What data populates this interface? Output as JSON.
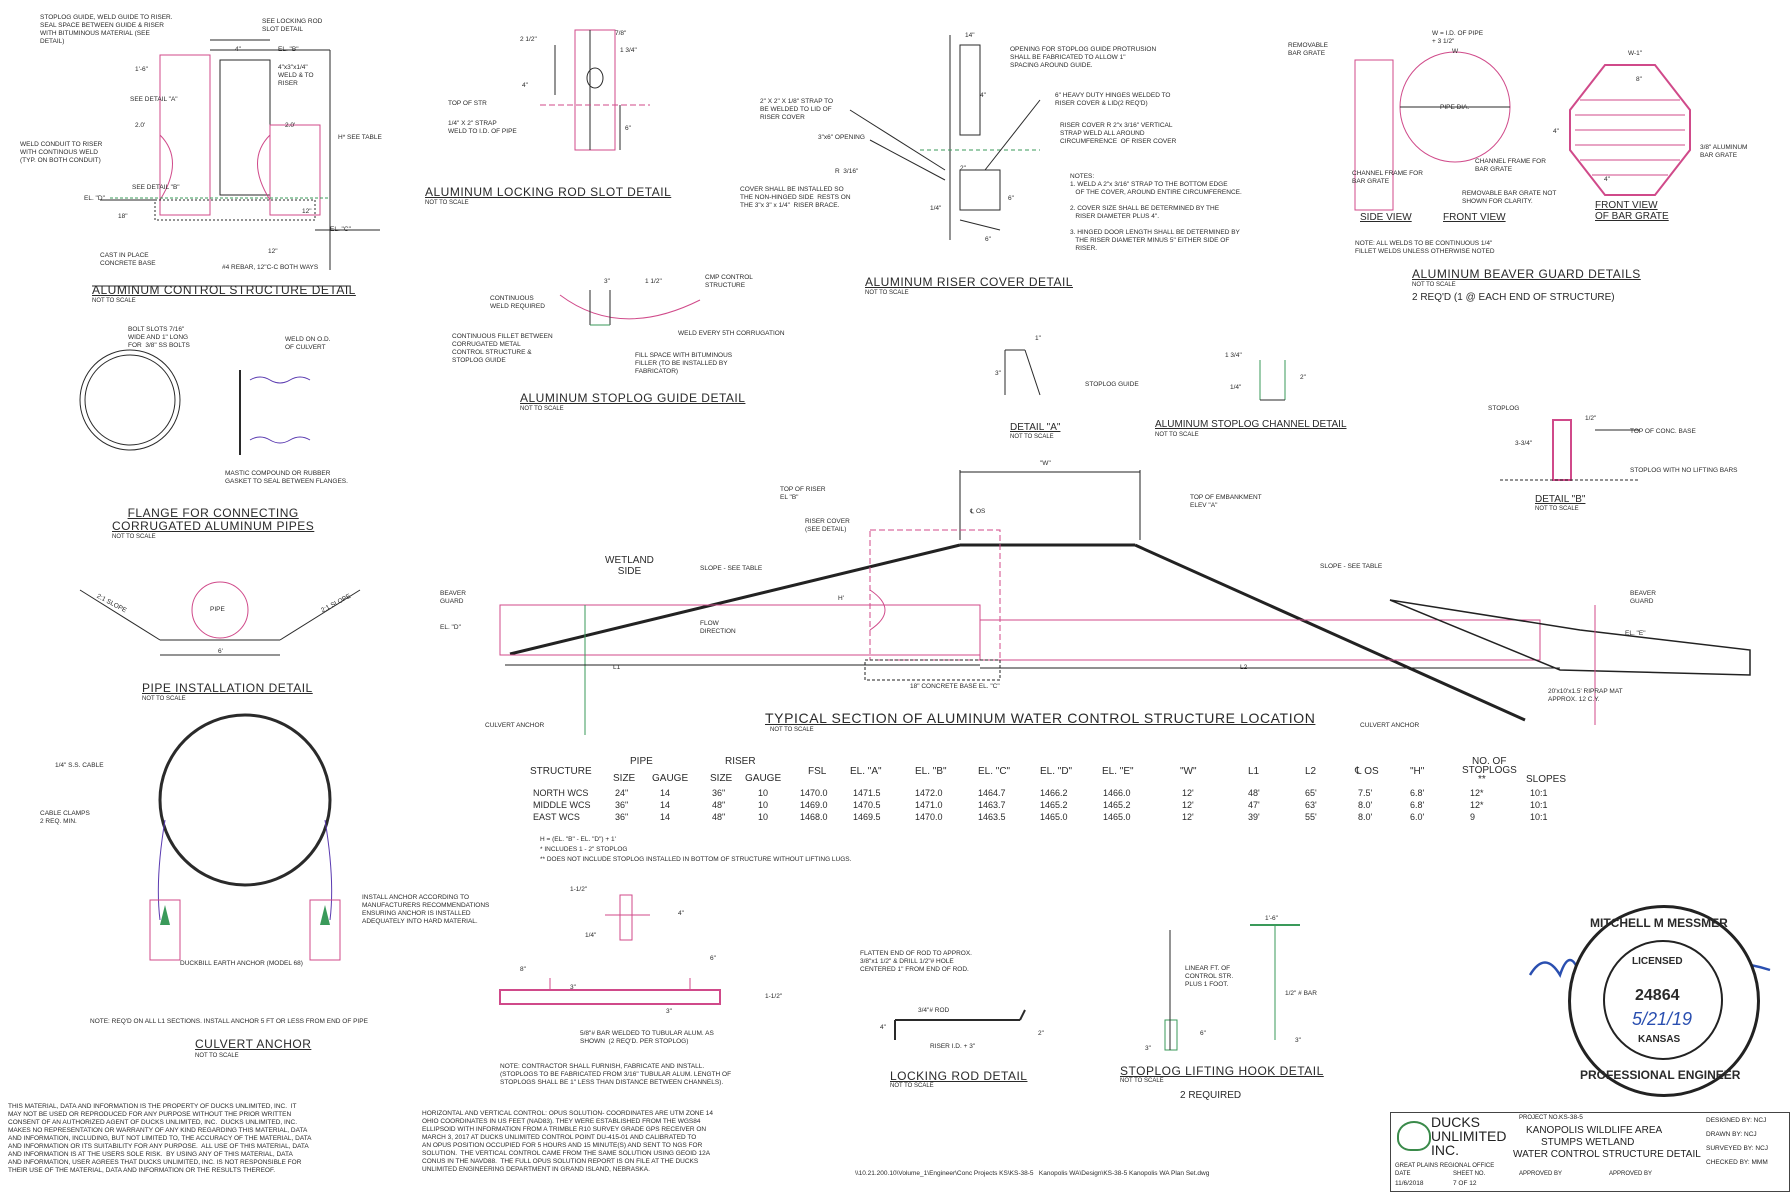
{
  "colors": {
    "pipe": "#d04a8a",
    "structure": "#2a2a2a",
    "hatch": "#3a9a5a",
    "seal_ink": "#1a1a1a",
    "signature": "#2a4fb0"
  },
  "control_structure": {
    "title": "ALUMINUM CONTROL STRUCTURE DETAIL",
    "scale": "NOT TO SCALE",
    "notes": [
      "STOPLOG GUIDE, WELD GUIDE TO RISER.",
      "SEAL SPACE BETWEEN GUIDE & RISER",
      "WITH BITUMINOUS MATERIAL (SEE",
      "DETAIL)"
    ],
    "locking_rod": "SEE LOCKING ROD\nSLOT DETAIL",
    "dim_4": "4\"",
    "el_b": "EL. \"B\"",
    "dim_1_6": "1'-6\"",
    "plate": "4\"x3\"x1/4\"\nWELD & TO\nRISER",
    "see_a": "SEE DETAIL \"A\"",
    "dim_2_0a": "2.0'",
    "dim_2_0b": "2.0'",
    "h_see": "H* SEE TABLE",
    "weld_conduit": "WELD CONDUIT TO RISER\nWITH CONTINOUS WELD\n(TYP. ON BOTH CONDUIT)",
    "see_b": "SEE DETAIL \"B\"",
    "el_d": "EL. \"D\"",
    "dim_18": "18\"",
    "dim_12a": "12\"",
    "dim_12b": "12\"",
    "el_c": "EL. \"C\"",
    "cast": "CAST IN PLACE\nCONCRETE BASE",
    "rebar": "#4 REBAR, 12\"C-C BOTH WAYS"
  },
  "locking_rod_slot": {
    "title": "ALUMINUM LOCKING ROD SLOT DETAIL",
    "scale": "NOT TO SCALE",
    "d1": "2 1/2\"",
    "d2": "7/8\"",
    "d3": "1 3/4\"",
    "d4": "4\"",
    "d5": "6\"",
    "top": "TOP OF STR",
    "strap": "1/4\" X 2\" STRAP\nWELD TO I.D. OF PIPE"
  },
  "riser_cover": {
    "title": "ALUMINUM RISER COVER DETAIL",
    "scale": "NOT TO SCALE",
    "d14": "14\"",
    "opening_note": "OPENING FOR STOPLOG GUIDE PROTRUSION\nSHALL BE FABRICATED TO ALLOW 1\"\nSPACING AROUND GUIDE.",
    "strap": "2\" X 2\" X 1/8\" STRAP TO\nBE WELDED TO LID OF\nRISER COVER",
    "hinges": "6\" HEAVY DUTY HINGES WELDED TO\nRISER COVER & LID(2 REQ'D)",
    "d4": "4\"",
    "opening": "3\"x6\" OPENING",
    "riser_cover_note": "RISER COVER R 2\"x 3/16\" VERTICAL\nSTRAP WELD ALL AROUND\nCIRCUMFERENCE  OF RISER COVER",
    "d316": "R  3/16\"",
    "d_half": "2\"",
    "d6": "6\"",
    "d14b": "1/4\"",
    "d_6b": "6\"",
    "cover_note": "COVER SHALL BE INSTALLED SO\nTHE NON-HINGED SIDE  RESTS ON\nTHE 3\"x 3\" x 1/4\"  RISER BRACE.",
    "notes": "NOTES:\n1. WELD A 2\"x 3/16\" STRAP TO THE BOTTOM EDGE\n   OF THE COVER, AROUND ENTIRE CIRCUMFERENCE.\n\n2. COVER SIZE SHALL BE DETERMINED BY THE\n   RISER DIAMETER PLUS 4\".\n\n3. HINGED DOOR LENGTH SHALL BE DETERMINED BY\n   THE RISER DIAMETER MINUS 5\" EITHER SIDE OF\n   RISER."
  },
  "beaver_guard": {
    "title": "ALUMINUM BEAVER GUARD DETAILS",
    "scale": "NOT TO SCALE",
    "req": "2 REQ'D (1 @ EACH END OF STRUCTURE)",
    "removable": "REMOVABLE\nBAR GRATE",
    "w_note": "W = I.D. OF PIPE\n+ 3 1/2\"",
    "w": "W",
    "w1": "W-1\"",
    "d8": "8\"",
    "d4": "4\"",
    "d4b": "4\"",
    "pipe_dia": "PIPE DIA.",
    "channel1": "CHANNEL FRAME FOR\nBAR GRATE",
    "channel2": "CHANNEL FRAME FOR\nBAR GRATE",
    "alum": "3/8\" ALUMINUM\nBAR GRATE",
    "removable_not": "REMOVABLE BAR GRATE NOT\nSHOWN FOR CLARITY.",
    "side": "SIDE VIEW",
    "front": "FRONT VIEW",
    "front_bar": "FRONT VIEW\nOF BAR GRATE",
    "note": "NOTE: ALL WELDS TO BE CONTINUOUS 1/4\"\nFILLET WELDS UNLESS OTHERWISE NOTED"
  },
  "stoplog_guide": {
    "title": "ALUMINUM STOPLOG GUIDE DETAIL",
    "scale": "NOT TO SCALE",
    "d3": "3\"",
    "d112": "1 1/2\"",
    "cmp": "CMP CONTROL\nSTRUCTURE",
    "cont": "CONTINUOUS\nWELD REQUIRED",
    "fillet": "CONTINUOUS FILLET BETWEEN\nCORRUGATED METAL\nCONTROL STRUCTURE &\nSTOPLOG GUIDE",
    "weld5": "WELD EVERY 5TH CORRUGATION",
    "fill": "FILL SPACE WITH BITUMINOUS\nFILLER (TO BE INSTALLED BY\nFABRICATOR)"
  },
  "flange": {
    "title": "FLANGE FOR CONNECTING\nCORRUGATED ALUMINUM PIPES",
    "scale": "NOT TO SCALE",
    "bolt": "BOLT SLOTS 7/16\"\nWIDE AND 1\" LONG\nFOR  3/8\" SS BOLTS",
    "weld": "WELD ON O.D.\nOF CULVERT",
    "mastic": "MASTIC COMPOUND OR RUBBER\nGASKET TO SEAL BETWEEN FLANGES."
  },
  "detail_a": {
    "title": "DETAIL \"A\"",
    "scale": "NOT TO SCALE",
    "d1": "1\"",
    "d3": "3\"",
    "guide": "STOPLOG GUIDE"
  },
  "channel": {
    "title": "ALUMINUM STOPLOG CHANNEL DETAIL",
    "scale": "NOT TO SCALE",
    "d1": "1 3/4\"",
    "d2": "2\"",
    "d3": "1/4\""
  },
  "detail_b": {
    "title": "DETAIL \"B\"",
    "scale": "NOT TO SCALE",
    "stoplog": "STOPLOG",
    "d12": "1/2\"",
    "d334": "3-3/4\"",
    "top": "TOP OF CONC. BASE",
    "nolift": "STOPLOG WITH NO LIFTING BARS"
  },
  "pipe_install": {
    "title": "PIPE INSTALLATION DETAIL",
    "scale": "NOT TO SCALE",
    "slope1": "2:1 SLOPE",
    "slope2": "2:1 SLOPE",
    "pipe": "PIPE",
    "d6": "6'"
  },
  "section": {
    "title": "TYPICAL SECTION OF ALUMINUM WATER CONTROL STRUCTURE LOCATION",
    "scale": "NOT TO SCALE",
    "w": "\"W\"",
    "cl": "℄ OS",
    "top_riser": "TOP OF RISER\nEL \"B\"",
    "riser_cover": "RISER COVER\n(SEE DETAIL)",
    "top_emb": "TOP OF EMBANKMENT\nELEV \"A\"",
    "wetland": "WETLAND\nSIDE",
    "slope_l": "SLOPE - SEE TABLE",
    "slope_r": "SLOPE - SEE TABLE",
    "beaver_l": "BEAVER\nGUARD",
    "beaver_r": "BEAVER\nGUARD",
    "h": "H'",
    "flow": "FLOW\nDIRECTION",
    "el_d": "EL. \"D\"",
    "el_e": "EL. \"E\"",
    "l1": "L1",
    "l2": "L2",
    "base": "18\" CONCRETE BASE EL. \"C\"",
    "riprap": "20'x10'x1.5' RIPRAP MAT\nAPPROX. 12 C.Y.",
    "anchor_l": "CULVERT ANCHOR",
    "anchor_r": "CULVERT ANCHOR"
  },
  "table": {
    "headers": [
      "STRUCTURE",
      "PIPE SIZE",
      "PIPE GAUGE",
      "RISER SIZE",
      "RISER GAUGE",
      "FSL",
      "EL. \"A\"",
      "EL. \"B\"",
      "EL. \"C\"",
      "EL. \"D\"",
      "EL. \"E\"",
      "\"W\"",
      "L1",
      "L2",
      "℄ OS",
      "\"H\"",
      "NO. OF STOPLOGS",
      "SLOPES"
    ],
    "group_pipe": "PIPE",
    "group_riser": "RISER",
    "sub_size": "SIZE",
    "sub_gauge": "GAUGE",
    "h_stoplogs1": "NO. OF",
    "h_stoplogs2": "STOPLOGS",
    "h_stoplogs3": "**",
    "rows": [
      [
        "NORTH WCS",
        "24\"",
        "14",
        "36\"",
        "10",
        "1470.0",
        "1471.5",
        "1472.0",
        "1464.7",
        "1466.2",
        "1466.0",
        "12'",
        "48'",
        "65'",
        "7.5'",
        "6.8'",
        "12*",
        "10:1"
      ],
      [
        "MIDDLE WCS",
        "36\"",
        "14",
        "48\"",
        "10",
        "1469.0",
        "1470.5",
        "1471.0",
        "1463.7",
        "1465.2",
        "1465.2",
        "12'",
        "47'",
        "63'",
        "8.0'",
        "6.8'",
        "12*",
        "10:1"
      ],
      [
        "EAST WCS",
        "36\"",
        "14",
        "48\"",
        "10",
        "1468.0",
        "1469.5",
        "1470.0",
        "1463.5",
        "1465.0",
        "1465.0",
        "12'",
        "39'",
        "55'",
        "8.0'",
        "6.0'",
        "9",
        "10:1"
      ]
    ],
    "foot1": "H = (EL. \"B\" - EL. \"D\") + 1'",
    "foot2": "* INCLUDES 1 - 2\" STOPLOG",
    "foot3": "** DOES NOT INCLUDE STOPLOG INSTALLED IN BOTTOM OF STRUCTURE WITHOUT LIFTING LUGS."
  },
  "culvert_anchor": {
    "title": "CULVERT ANCHOR",
    "scale": "NOT TO SCALE",
    "cable": "1/4\" S.S. CABLE",
    "clamps": "CABLE CLAMPS\n2 REQ. MIN.",
    "install": "INSTALL ANCHOR ACCORDING TO\nMANUFACTURERS RECOMMENDATIONS\nENSURING ANCHOR IS INSTALLED\nADEQUATELY INTO HARD MATERIAL.",
    "duckbill": "DUCKBILL EARTH ANCHOR (MODEL 68)",
    "note": "NOTE: REQ'D ON ALL L1 SECTIONS. INSTALL ANCHOR 5 FT OR LESS FROM END OF PIPE"
  },
  "stoplog_detail": {
    "d112": "1-1/2\"",
    "d4": "4\"",
    "d14": "1/4\"",
    "d8": "8\"",
    "d6": "6\"",
    "d3a": "3\"",
    "d3b": "3\"",
    "d1": "1-1/2\"",
    "bar": "5/8\"# BAR WELDED TO TUBULAR ALUM. AS\nSHOWN  (2 REQ'D. PER STOPLOG)",
    "note": "NOTE: CONTRACTOR SHALL FURNISH, FABRICATE AND INSTALL.\n(STOPLOGS TO BE FABRICATED FROM 3/16\" TUBULAR ALUM. LENGTH OF\nSTOPLOGS SHALL BE 1\" LESS THAN DISTANCE BETWEEN CHANNELS)."
  },
  "locking_rod": {
    "title": "LOCKING ROD DETAIL",
    "scale": "NOT TO SCALE",
    "flatten": "FLATTEN END OF ROD TO APPROX.\n3/8\"x1 1/2\" & DRILL 1/2\"# HOLE\nCENTERED 1\" FROM END OF ROD.",
    "rod": "3/4\"# ROD",
    "d4": "4\"",
    "d2": "2\"",
    "riser": "RISER I.D. + 3\""
  },
  "hook": {
    "title": "STOPLOG LIFTING HOOK DETAIL",
    "scale": "NOT TO SCALE",
    "req": "2 REQUIRED",
    "d16": "1'-6\"",
    "linear": "LINEAR FT. OF\nCONTROL STR.\nPLUS 1 FOOT.",
    "bar": "1/2\" # BAR",
    "d6": "6\"",
    "d3a": "3\"",
    "d3b": "3\""
  },
  "disclaimer": "THIS MATERIAL, DATA AND INFORMATION IS THE PROPERTY OF DUCKS UNLIMITED, INC.  IT\nMAY NOT BE USED OR REPRODUCED FOR ANY PURPOSE WITHOUT THE PRIOR WRITTEN\nCONSENT OF AN AUTHORIZED AGENT OF DUCKS UNLIMITED, INC.  DUCKS UNLIMITED, INC.\nMAKES NO REPRESENTATION OR WARRANTY OF ANY KIND REGARDING THIS MATERIAL, DATA\nAND INFORMATION, INCLUDING, BUT NOT LIMITED TO, THE ACCURACY OF THE MATERIAL, DATA\nAND INFORMATION OR ITS SUITABILITY FOR ANY PURPOSE.  ALL USE OF THIS MATERIAL, DATA\nAND INFORMATION IS AT THE USERS SOLE RISK.  BY USING ANY OF THIS MATERIAL, DATA\nAND INFORMATION, USER AGREES THAT DUCKS UNLIMITED, INC. IS NOT RESPONSIBLE FOR\nTHEIR USE OF THE MATERIAL, DATA AND INFORMATION OR THE RESULTS THEREOF.",
  "control_note": "HORIZONTAL AND VERTICAL CONTROL: OPUS SOLUTION- COORDINATES ARE UTM ZONE 14\nOHIO COORDINATES IN US FEET (NAD83). THEY WERE ESTABLISHED FROM THE WGS84\nELLIPSOID WITH INFORMATION FROM A TRIMBLE R10 SURVEY GRADE GPS RECEIVER ON\nMARCH 3, 2017 AT DUCKS UNLIMITED CONTROL POINT DU-415-01 AND CALIBRATED TO\nAN OPUS POSITION OCCUPIED FOR 5 HOURS AND 15 MINUTE(S) AND SENT TO NGS FOR\nSOLUTION.  THE VERTICAL CONTROL CAME FROM THE SAME SOLUTION USING GEOID 12A\nCONUS IN THE NAVD88.  THE FULL OPUS SOLUTION REPORT IS ON FILE AT THE DUCKS\nUNLIMITED ENGINEERING DEPARTMENT IN GRAND ISLAND, NEBRASKA.",
  "path": "\\\\10.21.200.10\\Volume_1\\Engineer\\Conc Projects KS\\KS-38-5   Kanopolis WA\\Design\\KS-38-5 Kanopolis WA Plan Set.dwg",
  "titleblock": {
    "logo1": "DUCKS",
    "logo2": "UNLIMITED",
    "logo3": "INC.",
    "office": "GREAT PLAINS REGIONAL OFFICE",
    "project_no_label": "PROJECT NO.",
    "project_no": "KS-38-5",
    "project": "KANOPOLIS WILDLIFE AREA",
    "site": "STUMPS WETLAND",
    "sheet_title": "WATER CONTROL STRUCTURE DETAIL",
    "date_label": "DATE",
    "date": "11/6/2018",
    "sheet_label": "SHEET NO.",
    "sheet": "7 OF 12",
    "approved": "APPROVED BY",
    "approved2": "APPROVED BY",
    "designed": "DESIGNED BY: NCJ",
    "drawn": "DRAWN BY: NCJ",
    "surveyed": "SURVEYED BY: NCJ",
    "checked": "CHECKED BY: MMM"
  },
  "seal": {
    "top": "MITCHELL M MESSMER",
    "licensed": "LICENSED",
    "number": "24864",
    "date": "5/21/19",
    "state": "KANSAS",
    "bottom": "PROFESSIONAL ENGINEER"
  }
}
